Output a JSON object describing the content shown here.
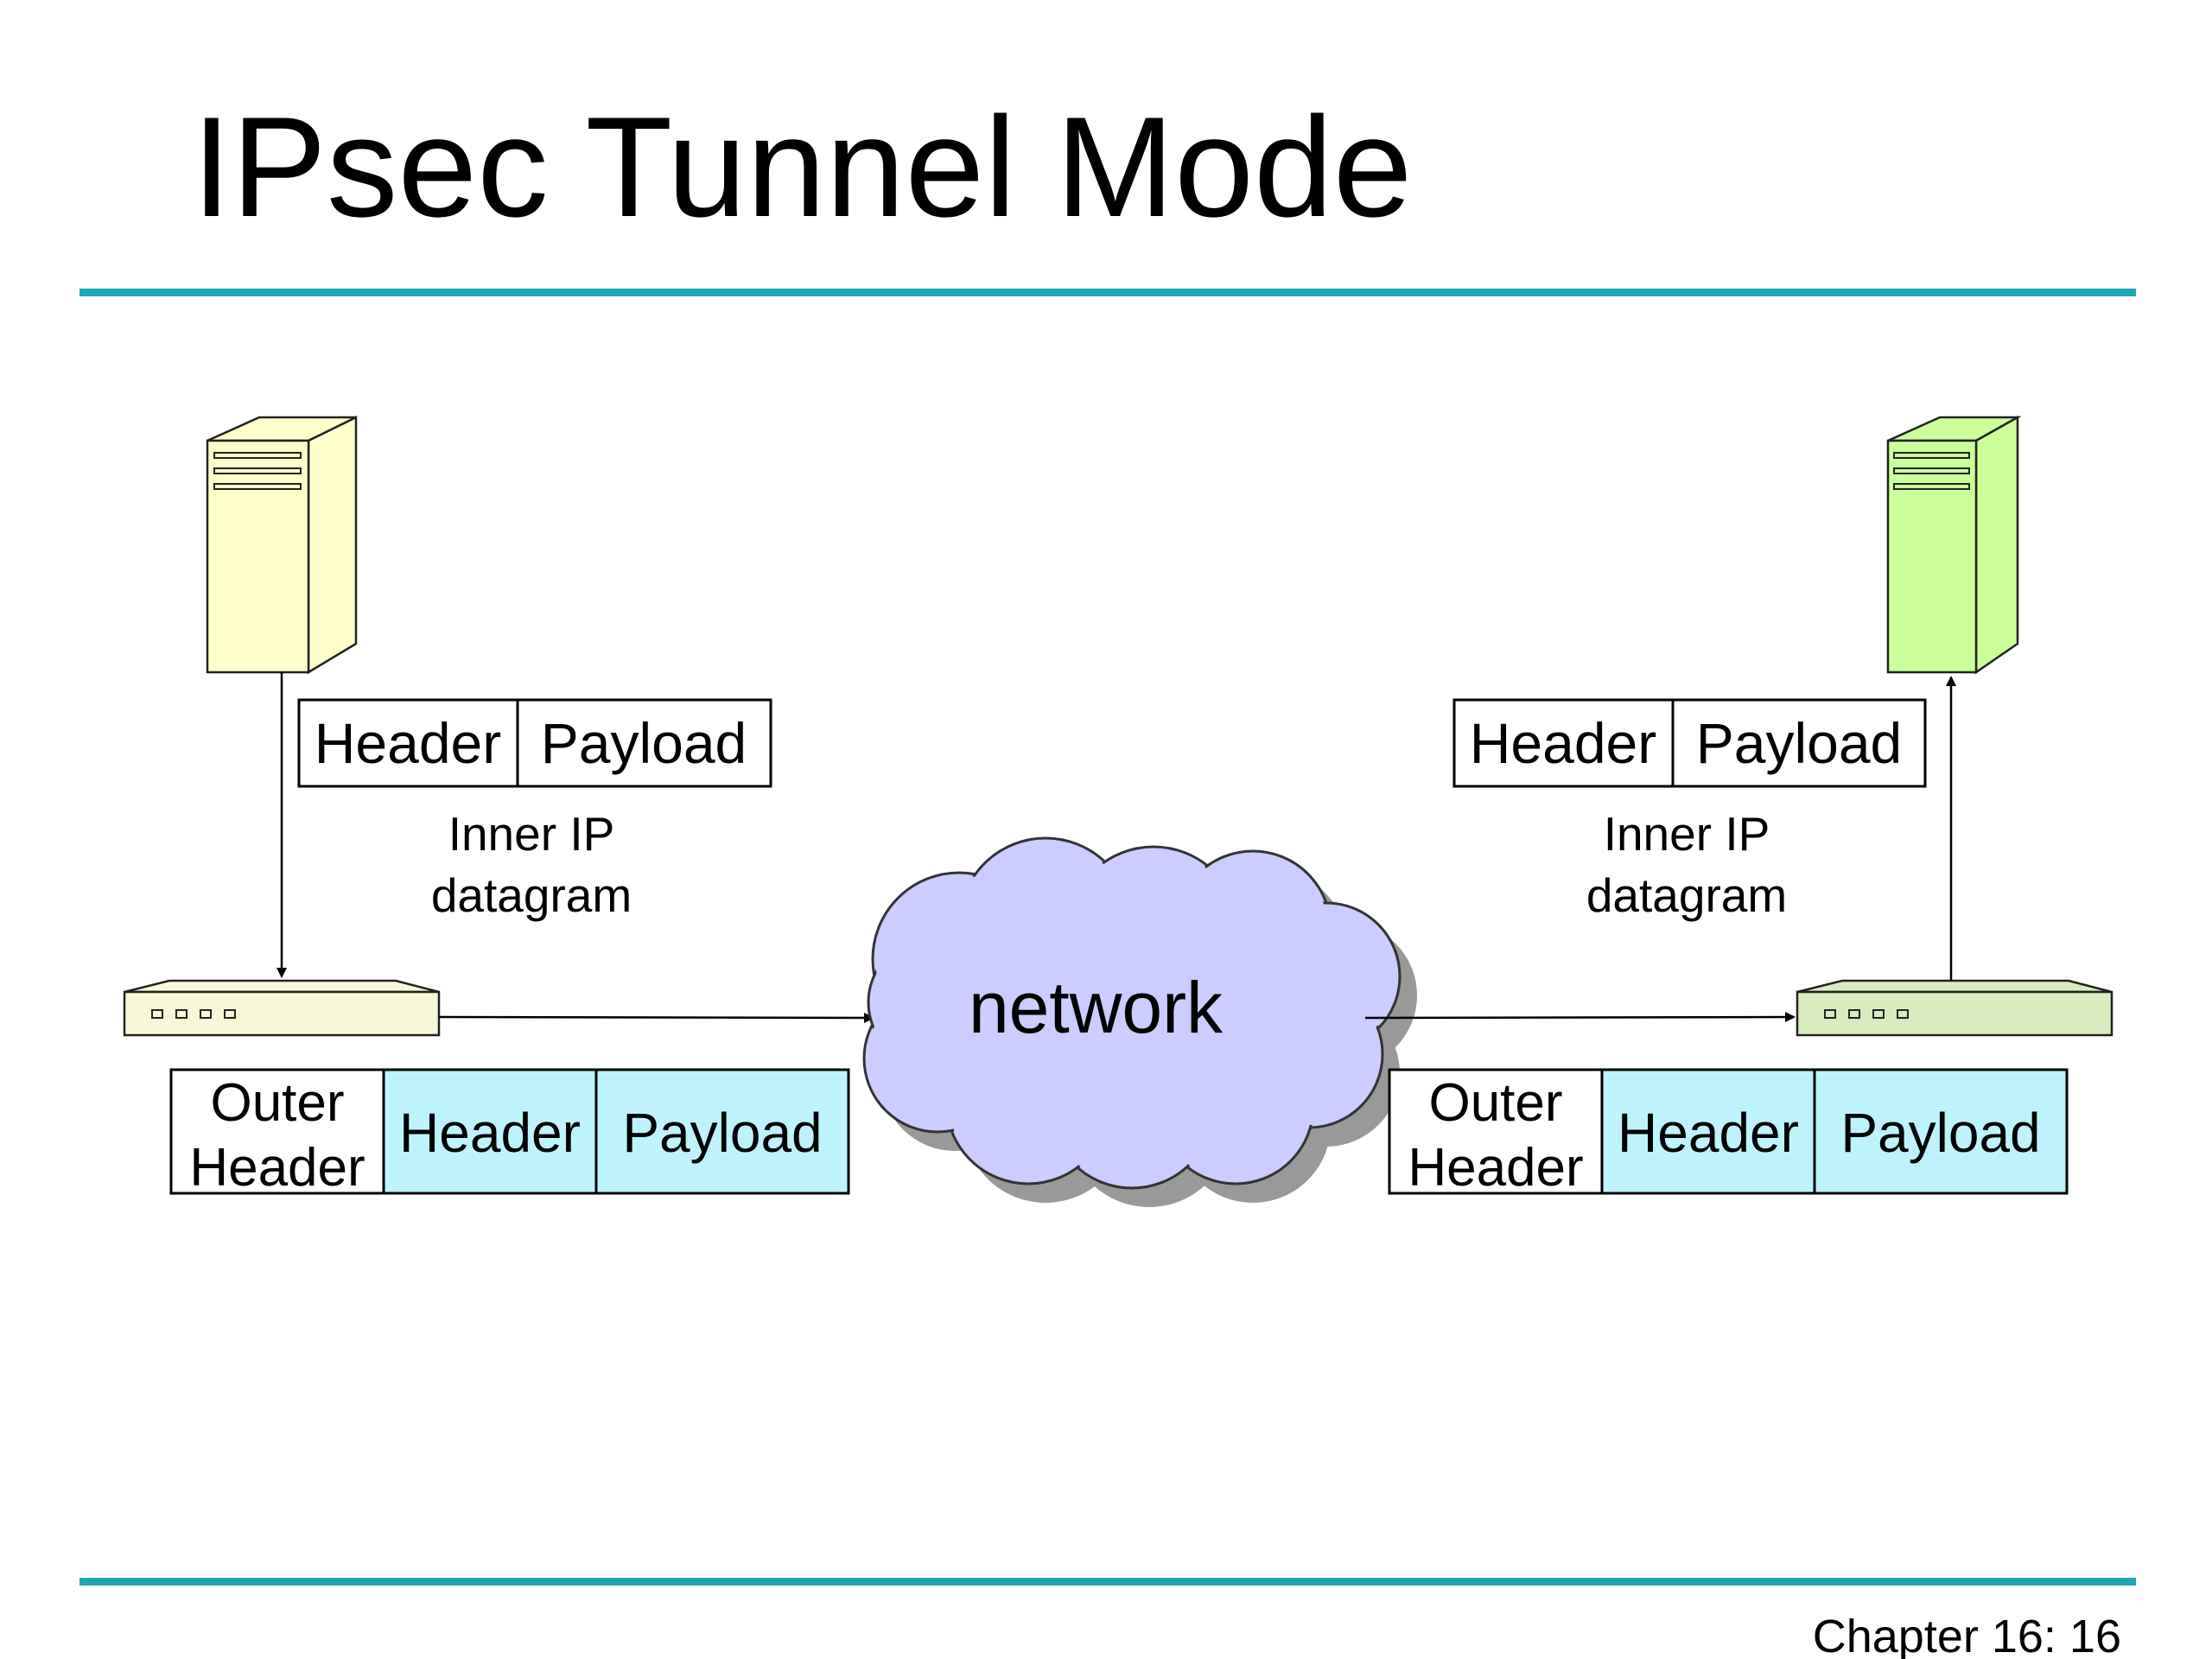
{
  "slide": {
    "title": "IPsec Tunnel Mode",
    "footer": "Chapter 16: 16",
    "accent_color": "#1fa7b6"
  },
  "diagram": {
    "network_label": "network",
    "left": {
      "host_icon": "server-tower-icon",
      "host_color": "#ffffcc",
      "gateway_icon": "router-icon",
      "gateway_color": "#f8f8d8",
      "inner": {
        "header": "Header",
        "payload": "Payload",
        "caption_line1": "Inner IP",
        "caption_line2": "datagram"
      },
      "outer": {
        "outer_line1": "Outer",
        "outer_line2": "Header",
        "header": "Header",
        "payload": "Payload"
      }
    },
    "right": {
      "host_icon": "server-tower-icon",
      "host_color": "#ccff99",
      "gateway_icon": "router-icon",
      "gateway_color": "#d8ecc0",
      "inner": {
        "header": "Header",
        "payload": "Payload",
        "caption_line1": "Inner IP",
        "caption_line2": "datagram"
      },
      "outer": {
        "outer_line1": "Outer",
        "outer_line2": "Header",
        "header": "Header",
        "payload": "Payload"
      }
    },
    "colors": {
      "encapsulated": "#bff3fb",
      "cloud": "#ccccff",
      "cloud_shadow": "#999999"
    }
  }
}
